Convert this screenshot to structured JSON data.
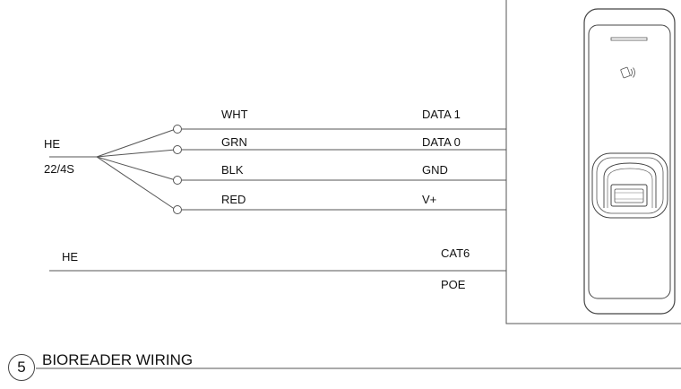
{
  "title": "BIOREADER WIRING",
  "detail_number": "5",
  "cable_top": {
    "label": "HE",
    "spec": "22/4S",
    "wires": [
      {
        "color": "WHT",
        "signal": "DATA 1"
      },
      {
        "color": "GRN",
        "signal": "DATA 0"
      },
      {
        "color": "BLK",
        "signal": "GND"
      },
      {
        "color": "RED",
        "signal": "V+"
      }
    ]
  },
  "cable_bottom": {
    "label": "HE",
    "type": "CAT6",
    "signal": "POE"
  },
  "colors": {
    "line": "#555555",
    "text": "#111111",
    "background": "#ffffff"
  }
}
